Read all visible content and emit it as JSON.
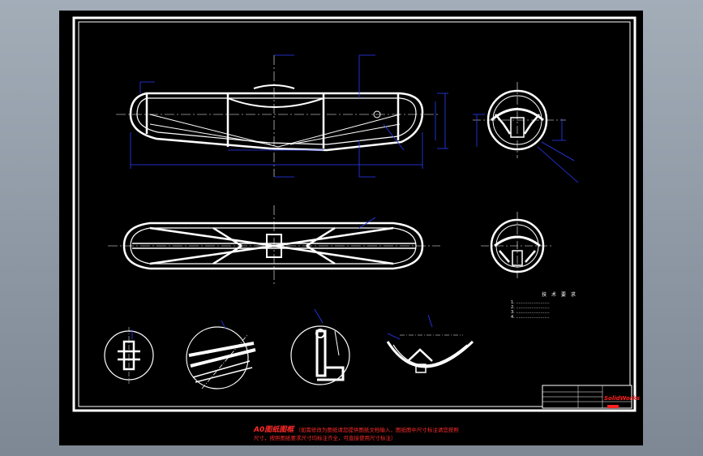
{
  "drawing": {
    "background_color": "#000000",
    "frame_color": "#ffffff",
    "dimension_color": "#2a3cff",
    "centerline_color": "#ff4040",
    "note_color": "#ff2a2a"
  },
  "title_block": {
    "logo_text": "SolidWorks",
    "logo_color": "#ff2020"
  },
  "notes": {
    "heading": "技 术 要 求",
    "lines": [
      "1. ..........................",
      "2. ..........................",
      "3. ..........................",
      "4. .........................."
    ]
  },
  "footer": {
    "line1_prefix": "A0图纸图框",
    "line1_rest": "（如需修改为图纸请您提供图纸文档输入，图纸图中尺寸标注请您按照",
    "line2": "尺寸，按照图纸要求尺寸均标注齐全，可直接使用尺寸标注）"
  }
}
